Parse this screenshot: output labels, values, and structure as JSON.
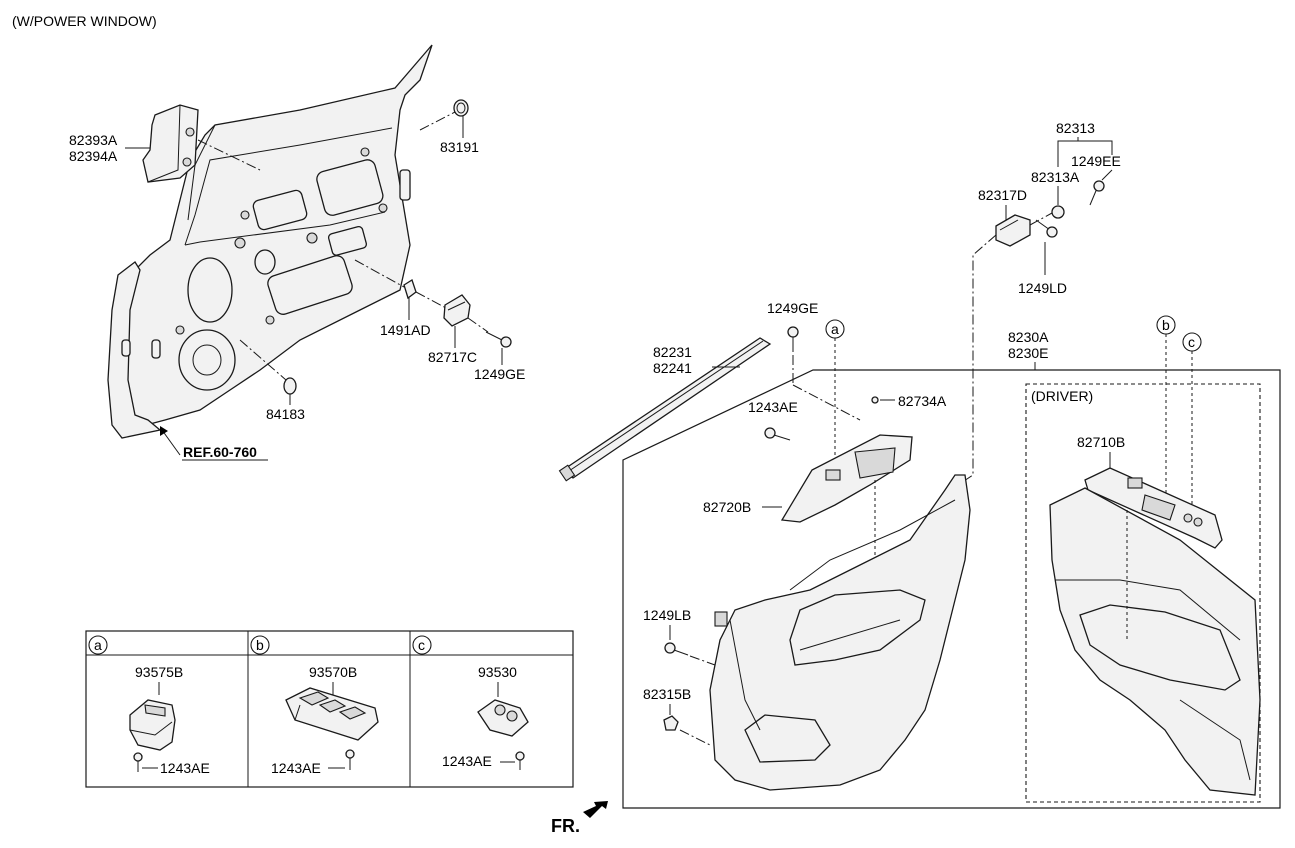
{
  "header": {
    "caption": "(W/POWER WINDOW)"
  },
  "parts": {
    "p82393A": "82393A",
    "p82394A": "82394A",
    "p83191": "83191",
    "p1491AD": "1491AD",
    "p82717C": "82717C",
    "p1249GE_a": "1249GE",
    "p84183": "84183",
    "ref": "REF.60-760",
    "p82313": "82313",
    "p1249EE": "1249EE",
    "p82313A": "82313A",
    "p82317D": "82317D",
    "p1249LD": "1249LD",
    "p1249GE_b": "1249GE",
    "p82231": "82231",
    "p82241": "82241",
    "p8230A": "8230A",
    "p8230E": "8230E",
    "p82734A": "82734A",
    "p1243AE_main": "1243AE",
    "p82720B": "82720B",
    "p1249LB": "1249LB",
    "p82315B": "82315B",
    "driver": "(DRIVER)",
    "p82710B": "82710B"
  },
  "callouts": {
    "a": "a",
    "b": "b",
    "c": "c"
  },
  "detail_table": {
    "a": {
      "letter": "a",
      "part": "93575B",
      "screw": "1243AE"
    },
    "b": {
      "letter": "b",
      "part": "93570B",
      "screw": "1243AE"
    },
    "c": {
      "letter": "c",
      "part": "93530",
      "screw": "1243AE"
    }
  },
  "footer": {
    "fr": "FR."
  }
}
